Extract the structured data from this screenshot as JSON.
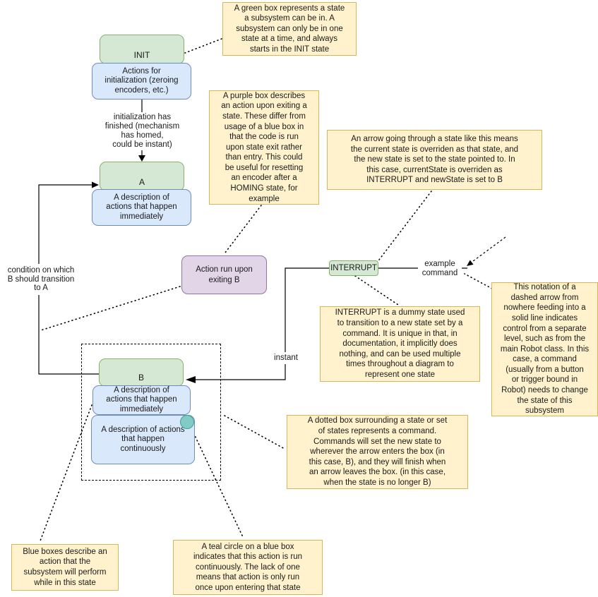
{
  "diagram": {
    "states": {
      "init": {
        "label": "INIT",
        "entry_action": "Actions for\ninitialization (zeroing\nencoders, etc.)"
      },
      "a": {
        "label": "A",
        "entry_action": "A description of\nactions that happen\nimmediately"
      },
      "b": {
        "label": "B",
        "entry_action": "A description of\nactions that happen\nimmediately",
        "continuous_action": "A description of actions\nthat happen\ncontinuously"
      },
      "interrupt": {
        "label": "INTERRUPT"
      }
    },
    "exit_action_b": "Action run upon\nexiting B",
    "edge_labels": {
      "init_to_a": "initialization has\nfinished (mechanism\nhas homed,\ncould be instant)",
      "b_to_a": "condition on which\nB should transition\nto A",
      "command": "example\ncommand",
      "instant": "instant"
    }
  },
  "notes": {
    "green_box": "A green box represents a state\na subsystem can be in. A\nsubsystem can only be in one\nstate at a time, and always\nstarts in the INIT state",
    "purple_box": "A purple box describes\nan action upon exiting a\nstate. These differ from\nusage of a blue box in\nthat the code is run\nupon state exit rather\nthan entry. This could\nbe useful for resetting\nan encoder after a\nHOMING state, for\nexample",
    "arrow_through": "An arrow going through a state like this means\nthe current state is overriden as that state, and\nthe new state is set to the state pointed to. In\nthis case, currentState is overriden as\nINTERRUPT and newState is set to B",
    "interrupt": "INTERRUPT is a dummy state used\nto transition to a new state set by a\ncommand. It is unique in that, in\ndocumentation, it implicitly does\nnothing, and can be used multiple\ntimes throughout a diagram to\nrepresent one state",
    "dashed_arrow": "This notation of a\ndashed arrow from\nnowhere feeding into a\nsolid line indicates\ncontrol from a separate\nlevel, such as from the\nmain Robot class. In this\ncase, a command\n(usually from a button\nor trigger bound in\nRobot) needs to change\nthe state of this\nsubsystem",
    "dotted_box": "A dotted box surrounding a state or set\nof states represents a command.\nCommands will set the new state to\nwherever the arrow enters the box (in\nthis case, B), and they will finish when\nan arrow leaves the box. (in this case,\nwhen the state is no longer B)",
    "blue_box": "Blue boxes describe an\naction that the\nsubsystem will perform\nwhile in this state",
    "teal_circle": "A teal circle on a blue box\nindicates that this action is run\ncontinuously. The lack of one\nmeans that action is only run\nonce upon entering that state"
  },
  "colors": {
    "state_fill": "#d5e8d4",
    "state_stroke": "#82b366",
    "action_fill": "#dae8fc",
    "action_stroke": "#6c8ebf",
    "exit_fill": "#e1d5e7",
    "exit_stroke": "#9673a6",
    "note_fill": "#fff2cc",
    "note_stroke": "#d6b656",
    "teal_fill": "#80cbc4",
    "teal_stroke": "#459e98",
    "line": "#000000"
  }
}
